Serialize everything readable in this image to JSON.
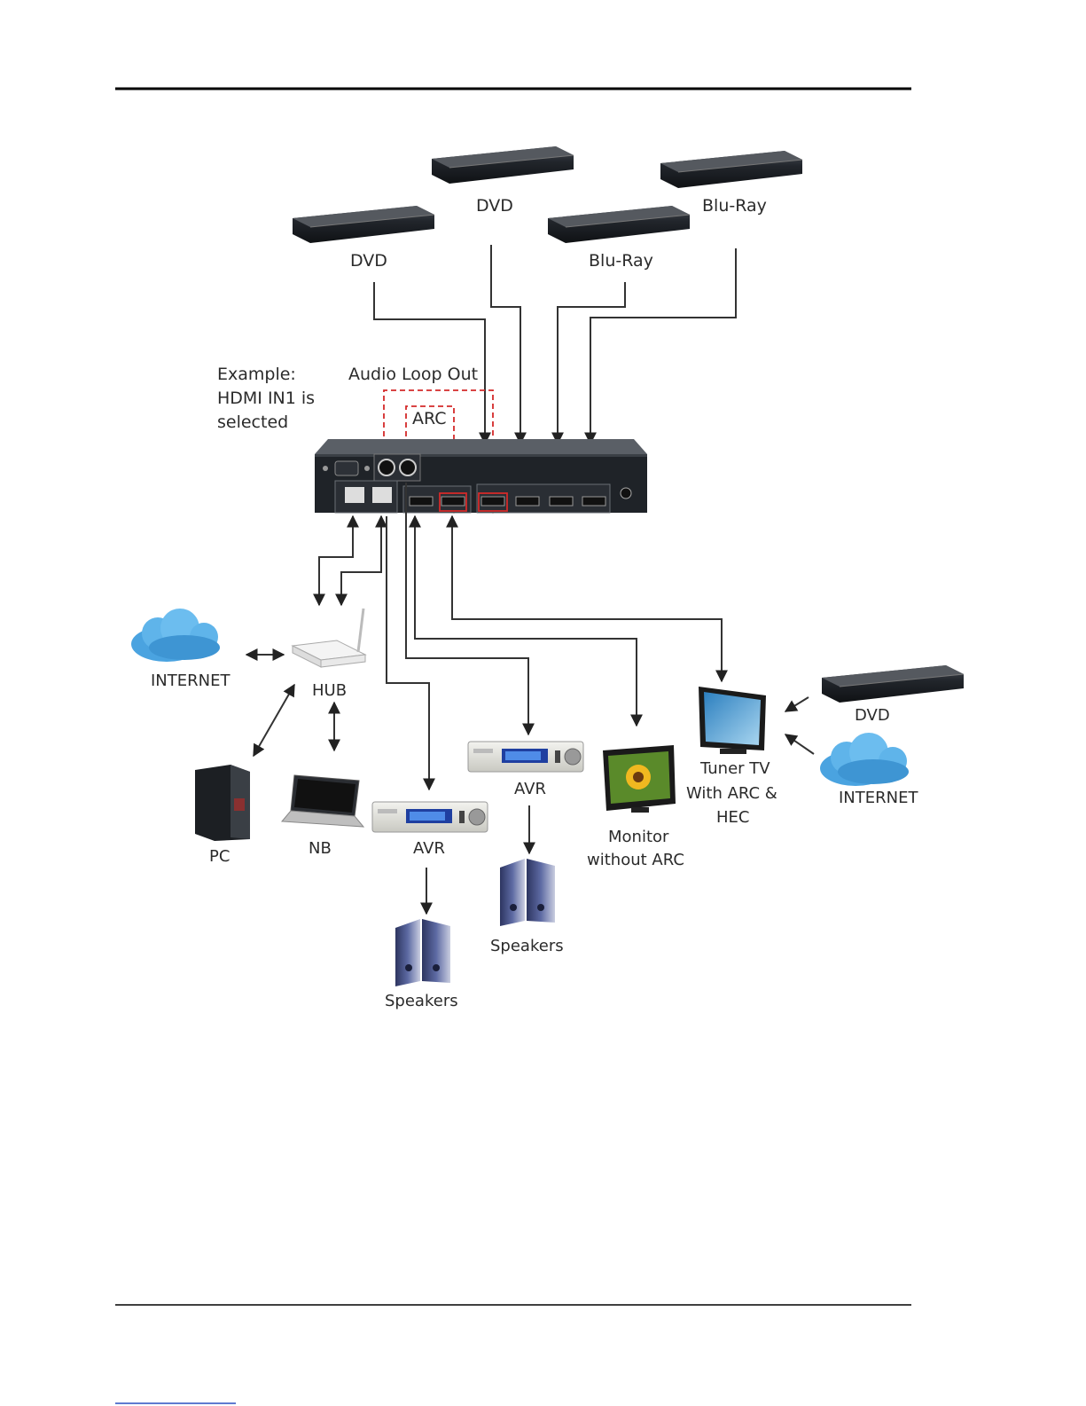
{
  "page": {
    "header_rule": true,
    "footer_rule": true,
    "footer_link_rule": true
  },
  "annotation": {
    "example_line1": "Example:",
    "example_line2": "HDMI IN1 is",
    "example_line3": "selected",
    "audio_loop_out": "Audio Loop Out",
    "arc": "ARC"
  },
  "sources": {
    "dvd_1": "DVD",
    "dvd_2": "DVD",
    "bluray_1": "Blu-Ray",
    "bluray_2": "Blu-Ray"
  },
  "network": {
    "internet_left": "INTERNET",
    "hub": "HUB",
    "pc": "PC",
    "nb": "NB"
  },
  "outputs": {
    "avr_1": "AVR",
    "speakers_1": "Speakers",
    "avr_2": "AVR",
    "speakers_2": "Speakers",
    "monitor_line1": "Monitor",
    "monitor_line2": "without ARC",
    "tv_line1": "Tuner TV",
    "tv_line2": "With ARC &",
    "tv_line3": "HEC",
    "dvd_right": "DVD",
    "internet_right": "INTERNET"
  },
  "colors": {
    "highlight_red": "#d42a2a",
    "device_dark": "#1e2228",
    "cloud_blue": "#4aa3e0",
    "wire": "#333333"
  }
}
